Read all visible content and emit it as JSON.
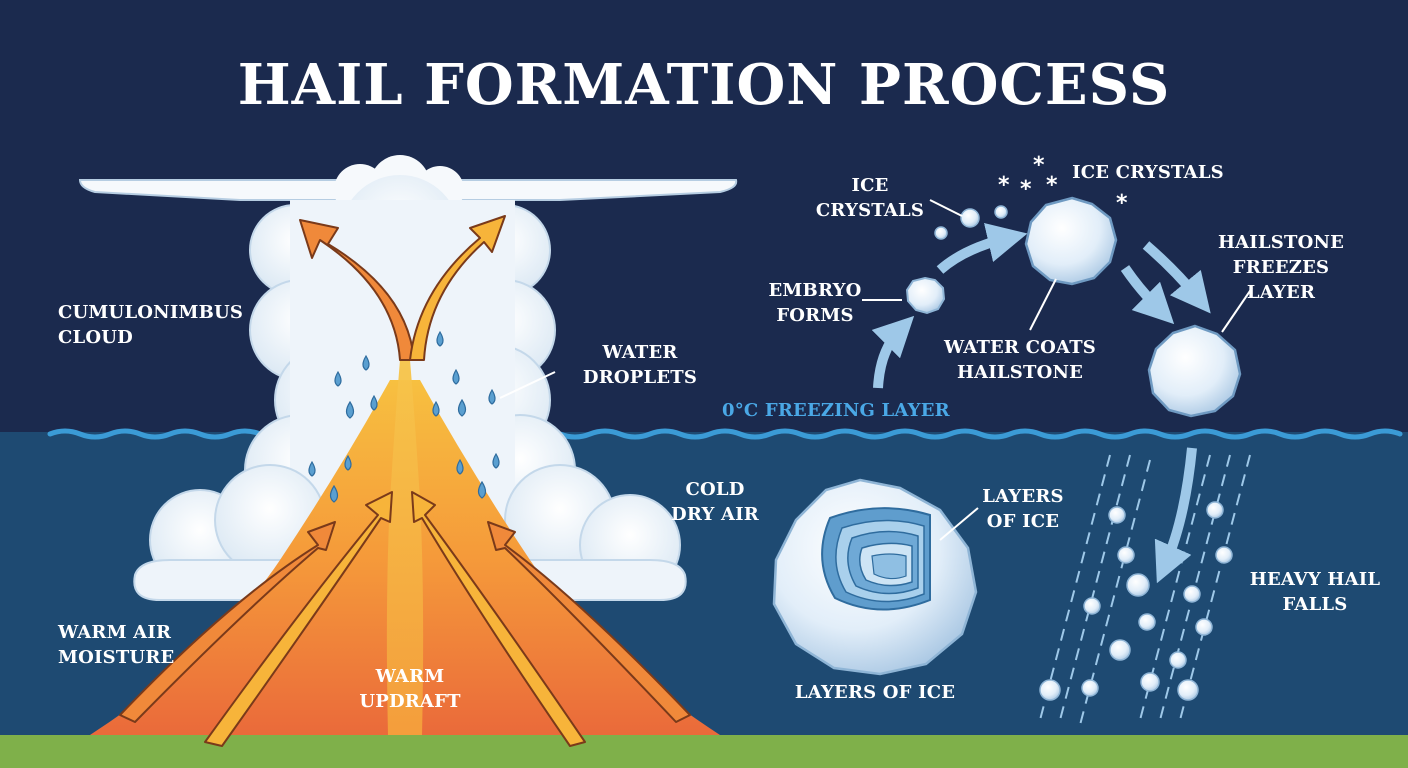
{
  "title": "HAIL FORMATION PROCESS",
  "labels": {
    "cumulonimbus": "CUMULONIMBUS\nCLOUD",
    "water_droplets": "WATER\nDROPLETS",
    "cold_dry_air": "COLD\nDRY AIR",
    "warm_air_moisture": "WARM AIR\nMOISTURE",
    "warm_updraft": "WARM\nUPDRAFT",
    "ice_crystals_left": "ICE\nCRYSTALS",
    "ice_crystals_top": "ICE CRYSTALS",
    "embryo_forms": "EMBRYO\nFORMS",
    "water_coats": "WATER COATS\nHAILSTONE",
    "hailstone_freezes": "HAILSTONE\nFREEZES LAYER",
    "freezing_layer": "0°C FREEZING LAYER",
    "layers_of_ice_callout": "LAYERS\nOF ICE",
    "layers_of_ice_caption": "LAYERS OF ICE",
    "heavy_hail_falls": "HEAVY HAIL\nFALLS"
  },
  "colors": {
    "sky_upper": "#1b2a4e",
    "sky_lower": "#1e4a72",
    "ground": "#7fb04a",
    "freeze_line": "#3b9bd6",
    "cloud": "#eef4fa",
    "cloud_shadow": "#c4d8ea",
    "updraft_orange": "#f0893a",
    "updraft_yellow": "#f7b43a",
    "ice": "#e8f2fb",
    "arrow_light": "#9ec8e8"
  }
}
